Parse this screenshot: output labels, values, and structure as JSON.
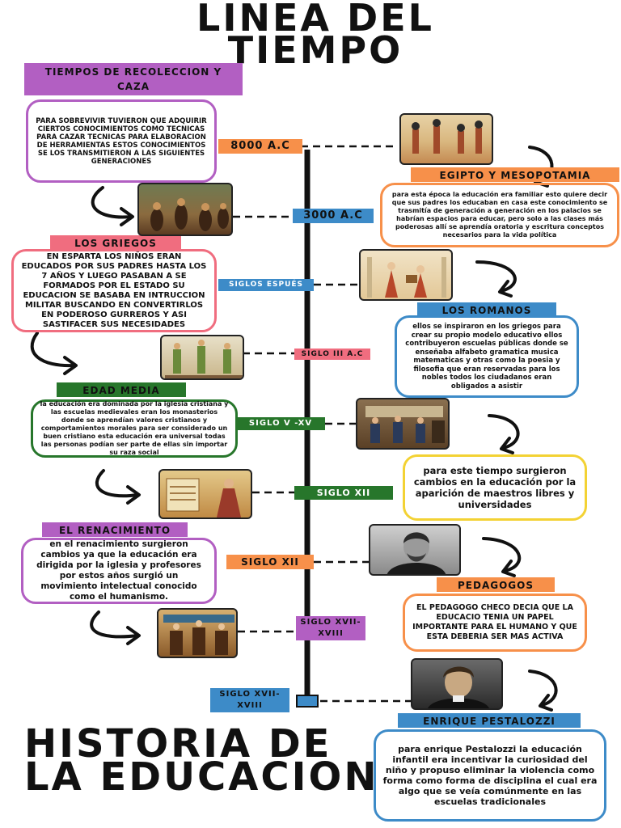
{
  "title": "LINEA DEL TIEMPO",
  "subtitle": "HISTORIA DE LA EDUCACION",
  "sections": {
    "recoleccion": {
      "heading": "TIEMPOS DE RECOLECCION Y CAZA",
      "text": "PARA SOBREVIVIR TUVIERON QUE ADQUIRIR CIERTOS CONOCIMIENTOS COMO TECNICAS PARA CAZAR TECNICAS PARA ELABORACION DE HERRAMIENTAS ESTOS CONOCIMIENTOS SE LOS TRANSMITIERON A LAS SIGUIENTES GENERACIONES"
    },
    "egipto": {
      "heading": "EGIPTO Y MESOPOTAMIA",
      "text": "para esta época la educación era familiar esto quiere decir que sus padres los educaban en casa este conocimiento se trasmitía de generación a generación en los palacios se habrían espacios para educar, pero solo a las clases más poderosas allí se aprendía oratoria y escritura conceptos necesarios para la vida política"
    },
    "griegos": {
      "heading": "LOS GRIEGOS",
      "text": "EN ESPARTA LOS NIÑOS ERAN EDUCADOS POR SUS PADRES HASTA LOS 7 AÑOS Y LUEGO PASABAN A SE FORMADOS POR EL ESTADO SU EDUCACION SE BASABA EN INTRUCCION MILITAR BUSCANDO EN CONVERTIRLOS EN PODEROSO GURREROS Y ASI SASTIFACER SUS NECESIDADES"
    },
    "romanos": {
      "heading": "LOS ROMANOS",
      "text": "ellos se inspiraron en los griegos para crear su propio modelo educativo ellos contribuyeron escuelas públicas donde se enseñaba alfabeto gramatica musica matematicas y otras como la poesia y filosofia que eran reservadas para los nobles todos los ciudadanos eran obligados a asistir"
    },
    "edad_media": {
      "heading": "EDAD MEDIA",
      "text": "la educación era dominada por la iglesia cristiana y las escuelas medievales eran los monasterios donde se aprendían valores cristianos y comportamientos morales para ser considerado un buen cristiano esta educación era universal todas las personas podían ser parte de ellas sin importar su raza social"
    },
    "siglo_xii": {
      "text": "para este tiempo surgieron cambios en la educación por la aparición de maestros libres y universidades"
    },
    "renacimiento": {
      "heading": "EL RENACIMIENTO",
      "text": "en el renacimiento surgieron cambios ya que la educación era dirigida por la iglesia y profesores por estos años surgió un movimiento intelectual conocido como el humanismo."
    },
    "pedagogos": {
      "heading": "PEDAGOGOS",
      "text": "EL PEDAGOGO CHECO DECIA QUE LA EDUCACIO TENIA UN PAPEL IMPORTANTE PARA EL HUMANO Y QUE ESTA DEBERIA SER MAS ACTIVA"
    },
    "pestalozzi": {
      "heading": "ENRIQUE PESTALOZZI",
      "text": "para enrique Pestalozzi la educación infantil era incentivar la curiosidad del niño y propuso eliminar la violencia como forma como forma de disciplina el cual era algo que se veía comúnmente en las escuelas tradicionales"
    }
  },
  "dates": {
    "d1": "8000 A.C",
    "d2": "3000 A.C",
    "d3": "SIGLOS ESPUÉS",
    "d4": "SIGLO III A.C",
    "d5": "SIGLO V -XV",
    "d6": "SIGLO XII",
    "d7": "SIGLO XII",
    "d8": "SIGLO XVII-XVIII",
    "d9": "SIGLO XVII-XVIII"
  },
  "colors": {
    "purple": "#b25fc2",
    "orange": "#f7904a",
    "pink": "#f06d7f",
    "blue": "#3d8bc8",
    "green": "#27762b",
    "yellow": "#f3d234",
    "timeline": "#111111"
  }
}
